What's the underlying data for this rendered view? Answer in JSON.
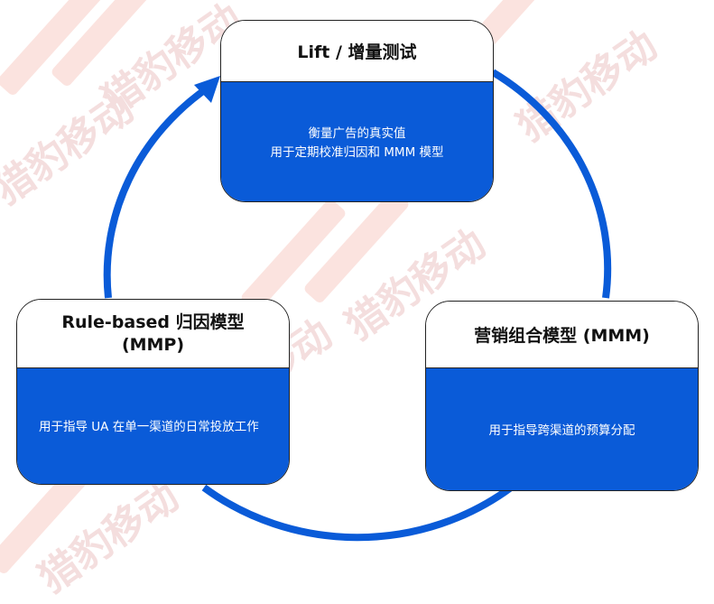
{
  "watermark": {
    "text": "猎豹移动",
    "color": "#f4dede"
  },
  "colors": {
    "accent": "#0a5bd8",
    "ring": "#0a5bd8",
    "border": "#222222"
  },
  "cards": {
    "top": {
      "title": "Lift / 增量测试",
      "lines": [
        "衡量广告的真实值",
        "用于定期校准归因和 MMM 模型"
      ]
    },
    "left": {
      "title_line1": "Rule-based 归因模型",
      "title_line2": "(MMP)",
      "body": "用于指导 UA 在单一渠道的日常投放工作"
    },
    "right": {
      "title": "营销组合模型 (MMM)",
      "body": "用于指导跨渠道的预算分配"
    }
  }
}
